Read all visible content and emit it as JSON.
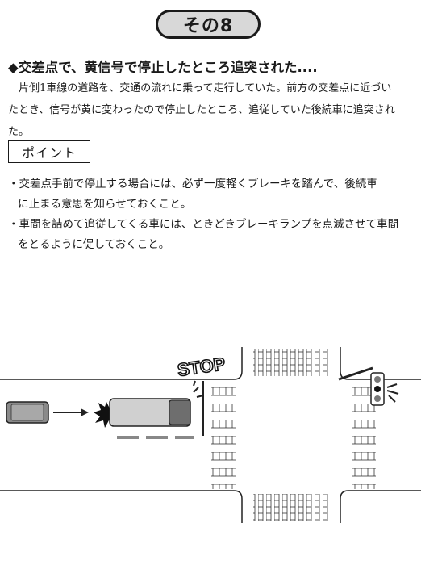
{
  "title": "その8",
  "headline": "◆交差点で、黄信号で停止したところ追突された....",
  "body": {
    "line1": "片側1車線の道路を、交通の流れに乗って走行していた。前方の交差点に近づい",
    "line2": "たとき、信号が黄に変わったので停止したところ、追従していた後続車に追突された。"
  },
  "point_label": "ポイント",
  "points": [
    {
      "line1": "・交差点手前で停止する場合には、必ず一度軽くブレーキを踏んで、後続車",
      "line2": "に止まる意思を知らせておくこと。"
    },
    {
      "line1": "・車間を詰めて追従してくる車には、ときどきブレーキランプを点滅させて車間",
      "line2": "をとるように促しておくこと。"
    }
  ],
  "illustration": {
    "stop_text": "STOP"
  }
}
